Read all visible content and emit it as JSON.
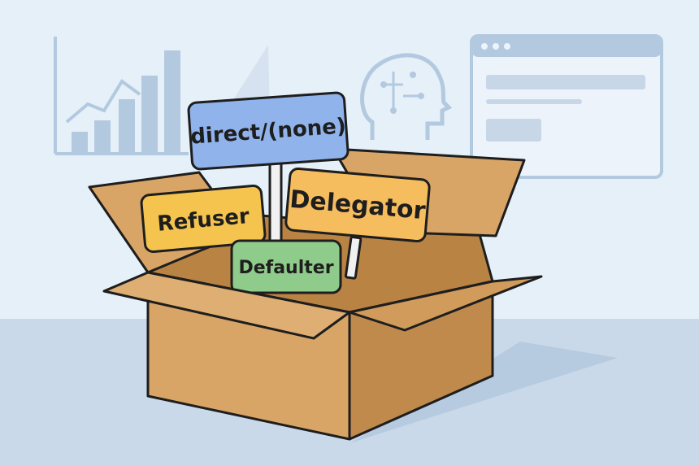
{
  "labels": {
    "direct": "direct/(none)",
    "refuser": "Refuser",
    "delegator": "Delegator",
    "defaulter": "Defaulter"
  },
  "colors": {
    "background": "#e6f0f9",
    "floor": "#c9d9ea",
    "deco": "#b3c9e0",
    "box": "#d8a566",
    "box_inner": "#b98344",
    "sign_blue": "#8fb3ea",
    "sign_yellow": "#f5c44e",
    "sign_orange": "#f6bd5f",
    "sign_green": "#8fcb8a",
    "outline": "#1e1e1e"
  },
  "icons": [
    "bar-chart-icon",
    "head-circuit-icon",
    "browser-window-icon",
    "cardboard-box-icon"
  ]
}
